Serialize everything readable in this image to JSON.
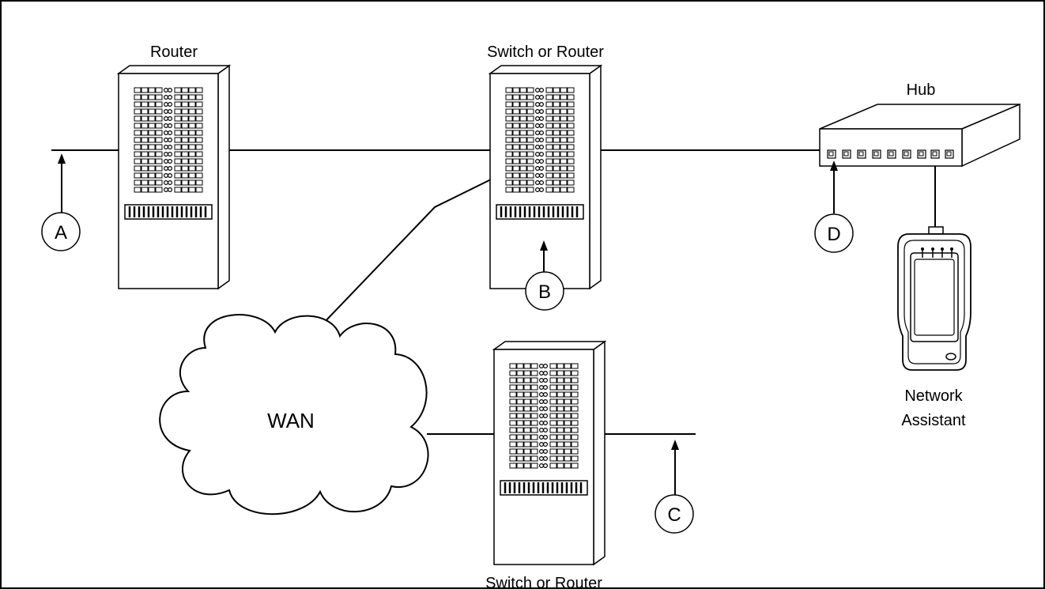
{
  "diagram": {
    "labels": {
      "router_top": "Router",
      "switch_top": "Switch or Router",
      "switch_bottom": "Switch or Router",
      "hub": "Hub",
      "wan": "WAN",
      "tester_line1": "Network",
      "tester_line2": "Assistant"
    },
    "callouts": {
      "a": "A",
      "b": "B",
      "c": "C",
      "d": "D"
    },
    "colors": {
      "stroke": "#000000",
      "background": "#ffffff"
    },
    "icons": [
      "router-icon",
      "switch-icon",
      "hub-icon",
      "cloud-icon",
      "network-tester-icon",
      "arrow-up-icon"
    ]
  }
}
